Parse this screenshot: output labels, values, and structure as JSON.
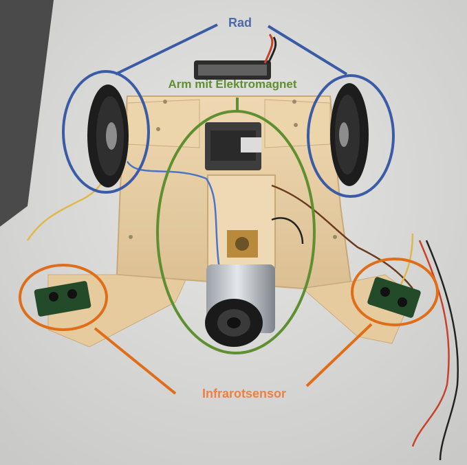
{
  "labels": {
    "wheel": "Rad",
    "arm": "Arm mit Elektromagnet",
    "sensor": "Infrarotsensor"
  },
  "colors": {
    "wheel": "#3a5ba5",
    "arm": "#5e8f31",
    "sensor": "#e06d18",
    "wheel_text": "#4a6aa8",
    "sensor_text": "#f08040",
    "wood": "#e8cfa6",
    "table": "#dcdcda",
    "carpet": "#4b4b4b"
  },
  "icons": [
    "wheel-shape",
    "magnet-shape",
    "sensor-board-shape",
    "servo-shape",
    "battery-shape"
  ]
}
